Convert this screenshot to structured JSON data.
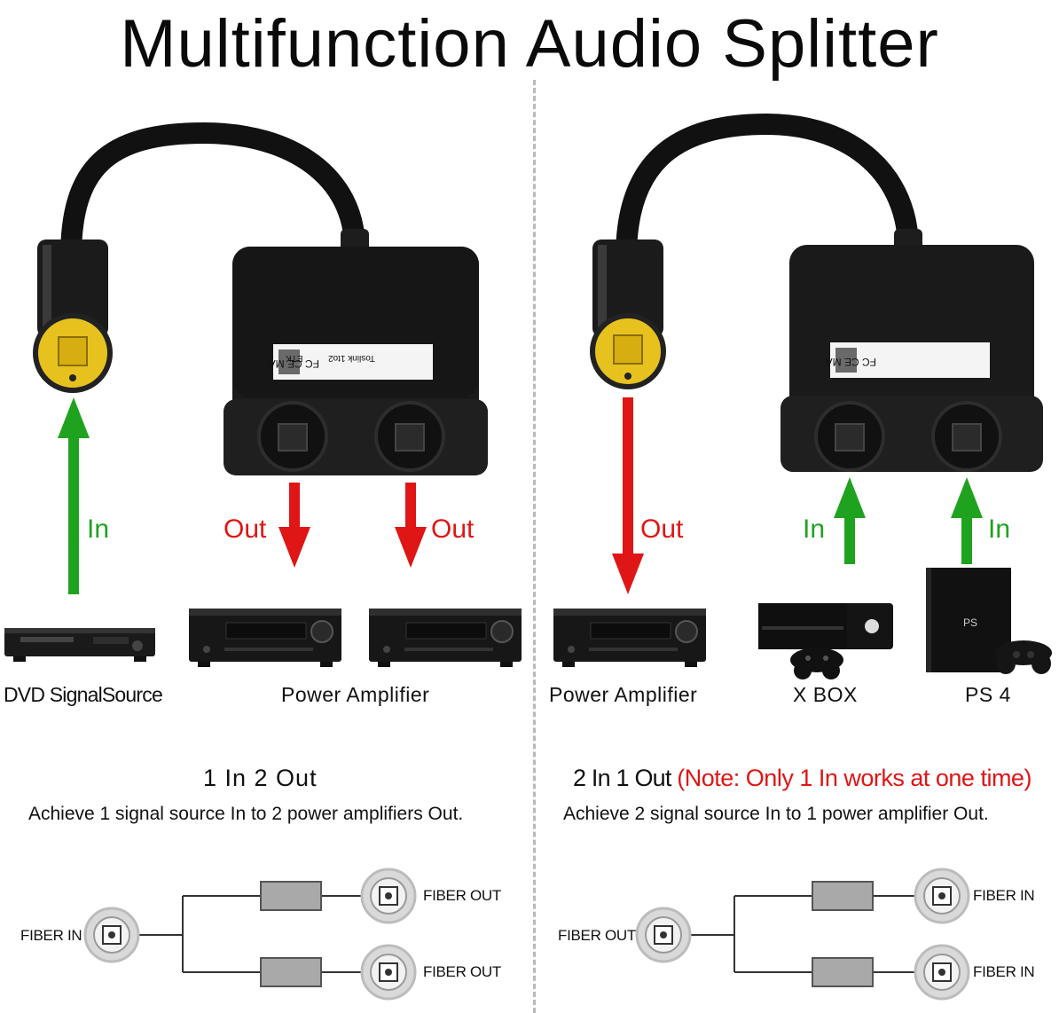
{
  "title": "Multifunction Audio Splitter",
  "left": {
    "arrow_labels": {
      "in": "In",
      "out1": "Out",
      "out2": "Out"
    },
    "devices": {
      "source": "DVD SignalSource",
      "amp": "Power Amplifier"
    },
    "mode": "1 In 2 Out",
    "description": "Achieve 1 signal source In to 2 power amplifiers Out.",
    "diagram": {
      "input": "FIBER IN",
      "out_top": "FIBER OUT",
      "out_bottom": "FIBER OUT"
    }
  },
  "right": {
    "arrow_labels": {
      "out": "Out",
      "in1": "In",
      "in2": "In"
    },
    "devices": {
      "amp": "Power Amplifier",
      "xbox": "X BOX",
      "ps4": "PS 4"
    },
    "mode": "2 In 1 Out",
    "note": "(Note: Only 1 In works at one time)",
    "description": "Achieve 2 signal source In to 1 power amplifier Out.",
    "diagram": {
      "output": "FIBER OUT",
      "in_top": "FIBER IN",
      "in_bottom": "FIBER IN"
    }
  },
  "product_label": {
    "brand": "ETK",
    "model": "Toslink 1to2"
  },
  "colors": {
    "in_arrow": "#1fa31f",
    "out_arrow": "#e01515",
    "device": "#151515",
    "plug_tip": "#e7c21f"
  }
}
